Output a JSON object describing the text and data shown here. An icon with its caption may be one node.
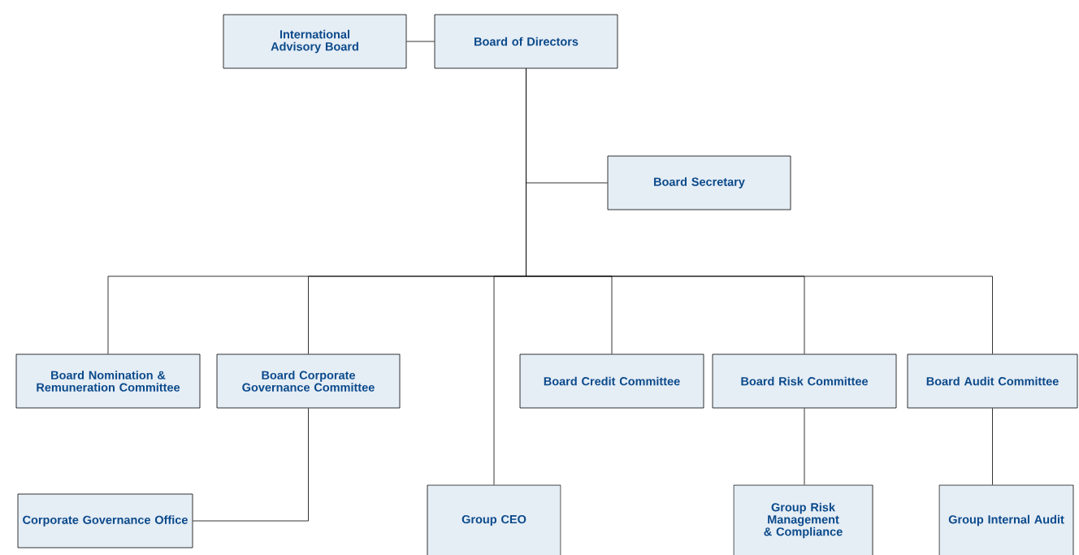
{
  "diagram": {
    "nodes": [
      {
        "text": [
          "International Advisory Board"
        ]
      },
      {
        "text": [
          "Board of Directors"
        ]
      },
      {
        "text": [
          "Board Secretary"
        ]
      },
      {
        "text": [
          "Board Nomination & Remuneration Committee"
        ]
      },
      {
        "text": [
          "Board Corporate Governance Committee"
        ]
      },
      {
        "text": [
          "Board Credit Committee"
        ]
      },
      {
        "text": [
          "Board Risk Committee"
        ]
      },
      {
        "text": [
          "Board Audit Committee"
        ]
      },
      {
        "text": [
          "Corporate Governance Office"
        ]
      },
      {
        "text": [
          "Group CEO"
        ]
      },
      {
        "text": [
          "Group Risk Management & Compliance"
        ]
      },
      {
        "text": [
          "Group Internal Audit"
        ]
      }
    ],
    "edges": [
      {
        "from": 0,
        "to": 1,
        "arrow": "none"
      },
      {
        "from": 1,
        "to": 2,
        "arrow": "none"
      },
      {
        "from": 1,
        "to": 3,
        "arrow": "none"
      },
      {
        "from": 1,
        "to": 4,
        "arrow": "none"
      },
      {
        "from": 1,
        "to": 5,
        "arrow": "none"
      },
      {
        "from": 1,
        "to": 6,
        "arrow": "none"
      },
      {
        "from": 1,
        "to": 7,
        "arrow": "none"
      },
      {
        "from": 1,
        "to": 9,
        "arrow": "none"
      },
      {
        "from": 4,
        "to": 8,
        "arrow": "none"
      },
      {
        "from": 6,
        "to": 10,
        "arrow": "none"
      },
      {
        "from": 7,
        "to": 11,
        "arrow": "none"
      }
    ]
  }
}
